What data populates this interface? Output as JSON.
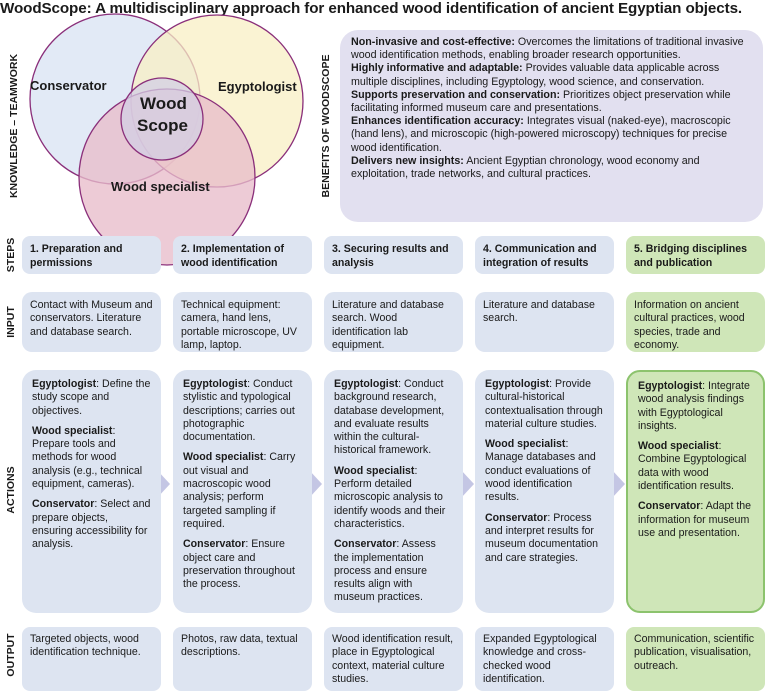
{
  "title": "WoodScope: A multidisciplinary approach for enhanced wood identification of ancient Egyptian objects.",
  "row_labels": {
    "knowledge": "KNOWLEDGE – TEAMWORK",
    "benefits": "BENEFITS OF WOODSCOPE",
    "steps": "STEPS",
    "input": "INPUT",
    "actions": "ACTIONS",
    "output": "OUTPUT"
  },
  "venn": {
    "conservator": "Conservator",
    "egyptologist": "Egyptologist",
    "wood_specialist": "Wood specialist",
    "center_line1": "Wood",
    "center_line2": "Scope",
    "colors": {
      "conservator": "#dde6f4",
      "egyptologist": "#f8efc4",
      "wood_specialist": "#eac2cf",
      "stroke": "#8a2f7a"
    }
  },
  "benefits": [
    {
      "head": "Non-invasive and cost-effective:",
      "text": " Overcomes the limitations of traditional invasive wood identification methods, enabling broader research opportunities."
    },
    {
      "head": "Highly informative and adaptable:",
      "text": " Provides valuable data applicable across multiple disciplines, including Egyptology, wood science, and conservation."
    },
    {
      "head": "Supports preservation and conservation:",
      "text": " Prioritizes object preservation while facilitating informed museum care and presentations."
    },
    {
      "head": "Enhances identification accuracy:",
      "text": " Integrates visual (naked-eye), macroscopic (hand lens), and microscopic (high-powered microscopy) techniques for precise wood identification."
    },
    {
      "head": "Delivers new insights:",
      "text": " Ancient Egyptian chronology, wood economy and exploitation, trade networks, and cultural practices."
    }
  ],
  "columns": [
    {
      "step": "1. Preparation and permissions",
      "input": "Contact with Museum and conservators. Literature and database search.",
      "actions": [
        {
          "role": "Egyptologist",
          "text": ": Define the study scope and objectives."
        },
        {
          "role": "Wood specialist",
          "text": ": Prepare tools and methods for wood analysis (e.g., technical equipment, cameras)."
        },
        {
          "role": "Conservator",
          "text": ": Select and prepare objects, ensuring accessibility for analysis."
        }
      ],
      "output": "Targeted objects, wood identification technique."
    },
    {
      "step": "2. Implementation of wood identification",
      "input": "Technical equipment: camera, hand lens, portable microscope, UV lamp, laptop.",
      "actions": [
        {
          "role": "Egyptologist",
          "text": ": Conduct stylistic and typological descriptions; carries out photographic documentation."
        },
        {
          "role": "Wood specialist",
          "text": ": Carry out visual and macroscopic wood analysis; perform targeted sampling if required."
        },
        {
          "role": "Conservator",
          "text": ": Ensure object care and preservation throughout the process."
        }
      ],
      "output": "Photos, raw data, textual descriptions."
    },
    {
      "step": "3. Securing results and analysis",
      "input": "Literature and database search. Wood identification lab equipment.",
      "actions": [
        {
          "role": "Egyptologist",
          "text": ": Conduct background research, database development, and evaluate results within the cultural-historical framework."
        },
        {
          "role": "Wood specialist",
          "text": ": Perform detailed microscopic analysis to identify woods and their characteristics."
        },
        {
          "role": "Conservator",
          "text": ": Assess the implementation process and ensure results align with museum practices."
        }
      ],
      "output": "Wood identification result, place in Egyptological context, material culture studies."
    },
    {
      "step": "4. Communication and integration of results",
      "input": "Literature and database search.",
      "actions": [
        {
          "role": "Egyptologist",
          "text": ": Provide cultural-historical contextualisation through material culture studies."
        },
        {
          "role": "Wood specialist",
          "text": ": Manage databases and conduct evaluations of wood identification results."
        },
        {
          "role": "Conservator",
          "text": ": Process and interpret results for museum documentation and care strategies."
        }
      ],
      "output": "Expanded Egyptological knowledge and cross-checked wood identification."
    },
    {
      "step": "5. Bridging disciplines and publication",
      "input": "Information on ancient cultural practices, wood species, trade and economy.",
      "actions": [
        {
          "role": "Egyptologist",
          "text": ": Integrate wood analysis findings with Egyptological insights."
        },
        {
          "role": "Wood specialist",
          "text": ": Combine Egyptological data with wood identification results."
        },
        {
          "role": "Conservator",
          "text": ": Adapt the information for museum use and presentation."
        }
      ],
      "output": "Communication, scientific publication, visualisation, outreach."
    }
  ],
  "colors": {
    "blue_box": "#dde4f1",
    "green_box": "#cfe6b8",
    "green_border": "#8cc36d",
    "arrow": "#c4c6e4"
  }
}
